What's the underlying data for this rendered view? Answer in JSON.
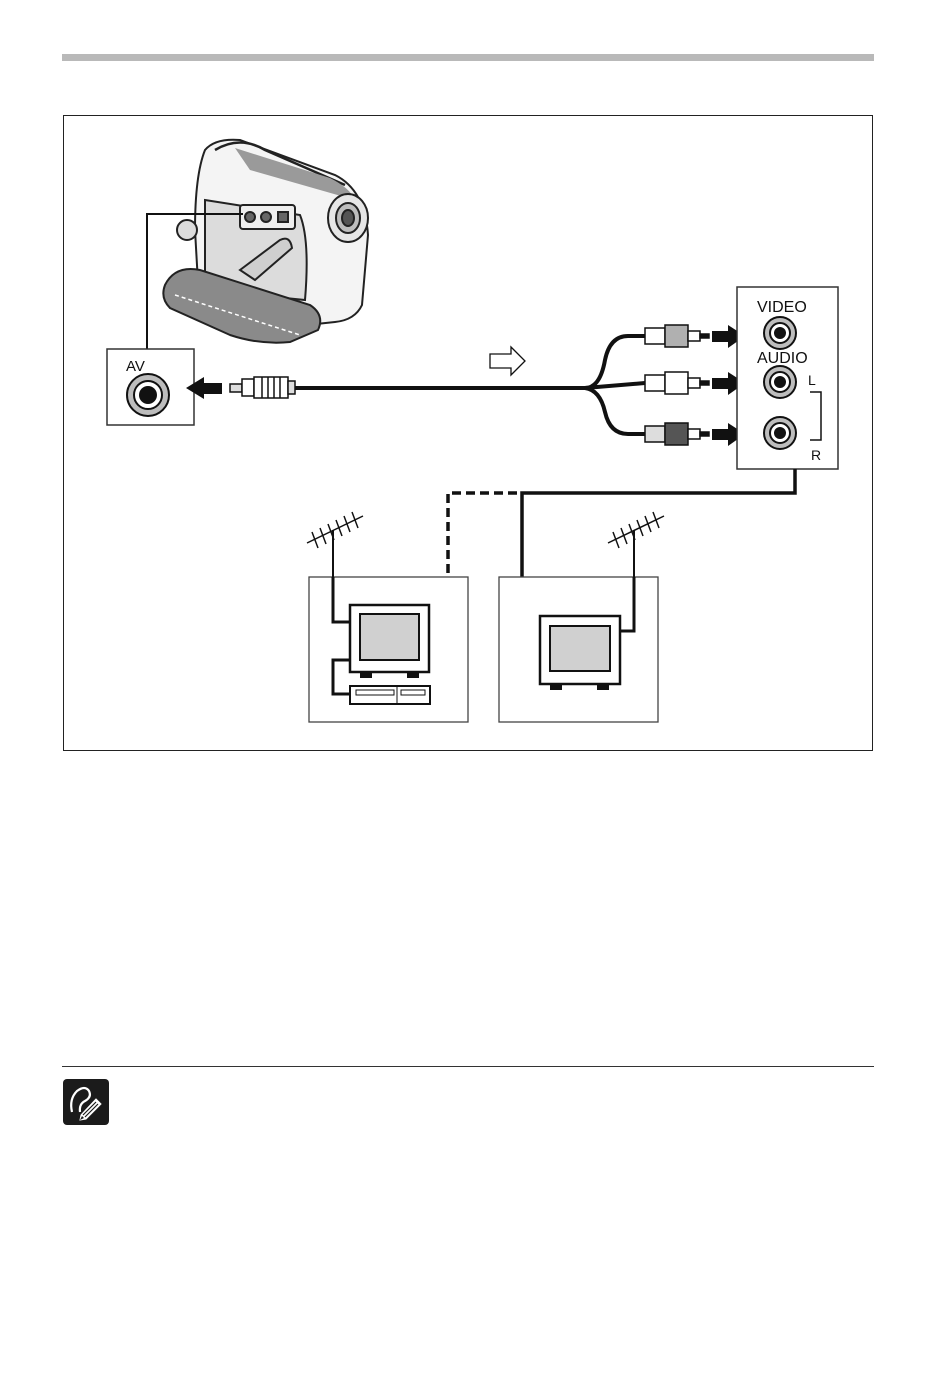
{
  "diagram": {
    "camcorder_jack_label": "AV",
    "tv_jacks": {
      "video_label": "VIDEO",
      "audio_label": "AUDIO",
      "left_label": "L",
      "right_label": "R"
    }
  },
  "icons": {
    "signal_flow": "hollow-arrow-icon",
    "note": "pencil-note-icon"
  }
}
